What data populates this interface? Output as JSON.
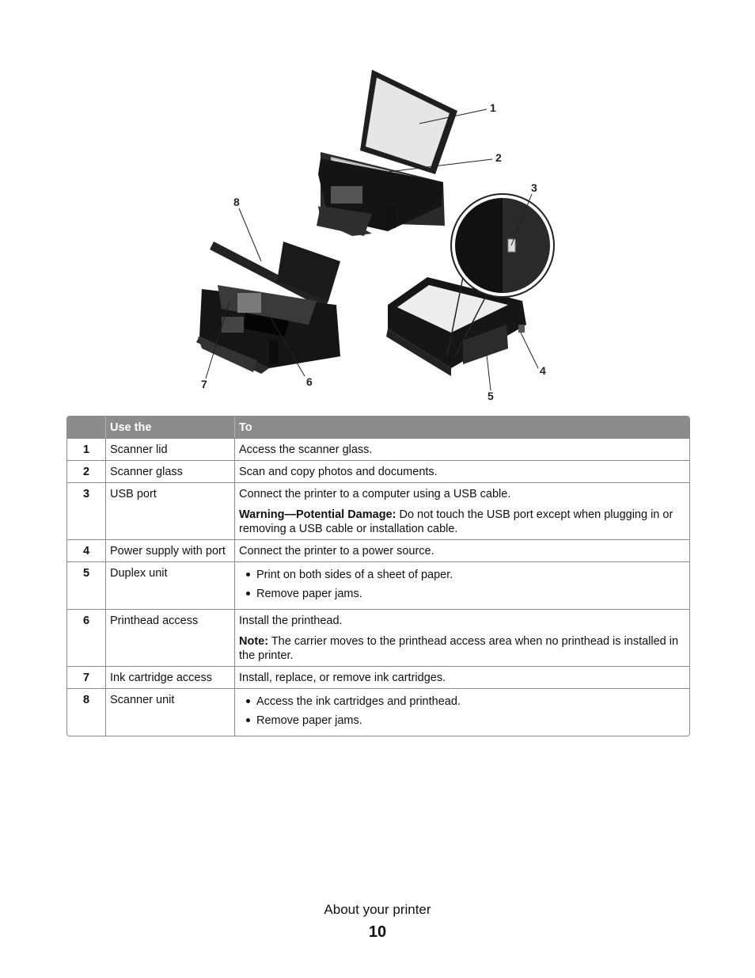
{
  "figure": {
    "callouts": [
      "1",
      "2",
      "3",
      "4",
      "5",
      "6",
      "7",
      "8"
    ]
  },
  "table": {
    "headers": {
      "num": "",
      "part": "Use the",
      "to": "To"
    },
    "rows": [
      {
        "num": "1",
        "part": "Scanner lid",
        "to": "Access the scanner glass."
      },
      {
        "num": "2",
        "part": "Scanner glass",
        "to": "Scan and copy photos and documents."
      },
      {
        "num": "3",
        "part": "USB port",
        "to": "Connect the printer to a computer using a USB cable.",
        "note_label": "Warning—Potential Damage:",
        "note_text": " Do not touch the USB port except when plugging in or removing a USB cable or installation cable."
      },
      {
        "num": "4",
        "part": "Power supply with port",
        "to": "Connect the printer to a power source."
      },
      {
        "num": "5",
        "part": "Duplex unit",
        "bullets": [
          "Print on both sides of a sheet of paper.",
          "Remove paper jams."
        ]
      },
      {
        "num": "6",
        "part": "Printhead access",
        "to": "Install the printhead.",
        "note_label": "Note:",
        "note_text": " The carrier moves to the printhead access area when no printhead is installed in the printer."
      },
      {
        "num": "7",
        "part": "Ink cartridge access",
        "to": "Install, replace, or remove ink cartridges."
      },
      {
        "num": "8",
        "part": "Scanner unit",
        "bullets": [
          "Access the ink cartridges and printhead.",
          "Remove paper jams."
        ]
      }
    ]
  },
  "footer": {
    "title": "About your printer",
    "page_number": "10"
  }
}
